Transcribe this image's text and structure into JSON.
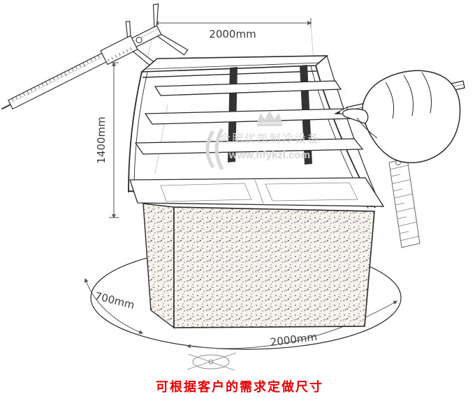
{
  "colors": {
    "ink": "#2a2a2a",
    "dim_text": "#3a3a3a",
    "caption": "#e60000",
    "watermark": "#d5d5d5"
  },
  "dimensions": {
    "top_width": "2000mm",
    "height": "1400mm",
    "depth": "700mm",
    "bottom_width": "2000mm"
  },
  "watermark": {
    "company": "合肥优凯制冷设备",
    "url": "www.hfykzl.com"
  },
  "caption": {
    "text": "可根据客户的需求定做尺寸"
  },
  "sketch": {
    "items": [
      "vernier-caliper",
      "curved-glass-cake-display-cabinet",
      "hand-with-pencil",
      "folding-ruler",
      "floor-ellipse",
      "compass-sketch"
    ]
  }
}
